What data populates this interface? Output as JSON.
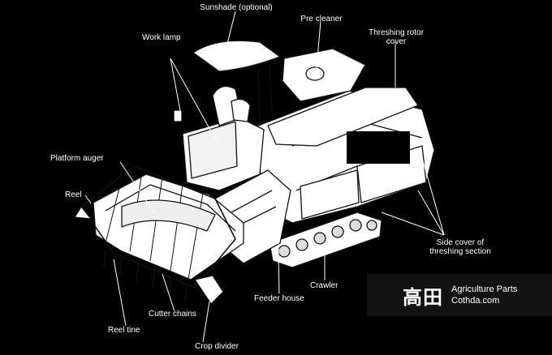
{
  "labels": {
    "sunshade": "Sunshade (optional)",
    "pre_cleaner": "Pre cleaner",
    "threshing_rotor_cover_1": "Threshing rotor",
    "threshing_rotor_cover_2": "cover",
    "work_lamp": "Work lamp",
    "platform_auger": "Platform auger",
    "reel": "Reel",
    "side_cover_1": "Side cover of",
    "side_cover_2": "threshing section",
    "crawler": "Crawler",
    "feeder_house": "Feeder house",
    "cutter_chains": "Cutter chains",
    "reel_tine": "Reel tine",
    "crop_divider": "Crop divider"
  },
  "watermark": {
    "logo": "高田",
    "line1": "Agriculture Parts",
    "line2": "Cothda.com"
  }
}
